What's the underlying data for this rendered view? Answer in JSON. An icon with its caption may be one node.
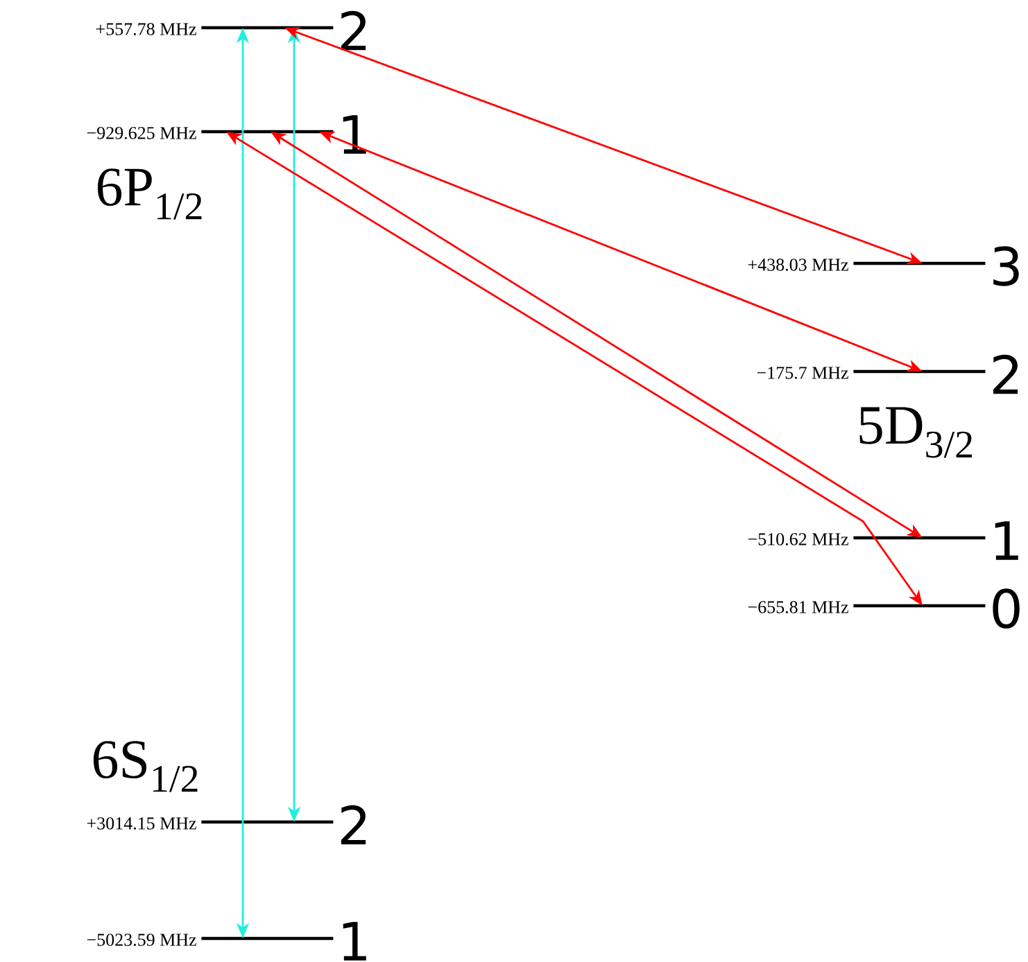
{
  "diagram": {
    "nodes": [
      {
        "text": [
          "2"
        ],
        "beside": [
          "+557.78 MHz"
        ]
      },
      {
        "text": [
          "1"
        ],
        "beside": [
          "−929.625 MHz"
        ]
      },
      {
        "text": [
          "3"
        ],
        "beside": [
          "+438.03 MHz"
        ]
      },
      {
        "text": [
          "2"
        ],
        "beside": [
          "−175.7 MHz"
        ]
      },
      {
        "text": [
          "1"
        ],
        "beside": [
          "−510.62 MHz"
        ]
      },
      {
        "text": [
          "0"
        ],
        "beside": [
          "−655.81 MHz"
        ]
      },
      {
        "text": [
          "2"
        ],
        "beside": [
          "+3014.15 MHz"
        ]
      },
      {
        "text": [
          "1"
        ],
        "beside": [
          "−5023.59 MHz"
        ]
      }
    ],
    "edges": [
      {
        "from": 0,
        "to": 7,
        "arrow": "both",
        "color": "#22eedd"
      },
      {
        "from": 0,
        "to": 6,
        "arrow": "both",
        "color": "#22eedd"
      },
      {
        "from": 0,
        "to": 2,
        "arrow": "both"
      },
      {
        "from": 1,
        "to": 3,
        "arrow": "both"
      },
      {
        "from": 1,
        "to": 4,
        "arrow": "both"
      },
      {
        "from": 1,
        "to": 5,
        "arrow": "both"
      }
    ],
    "labels": [
      "6P$_{1/2}$",
      "5D$_{3/2}$",
      "6S$_{1/2}$"
    ]
  }
}
